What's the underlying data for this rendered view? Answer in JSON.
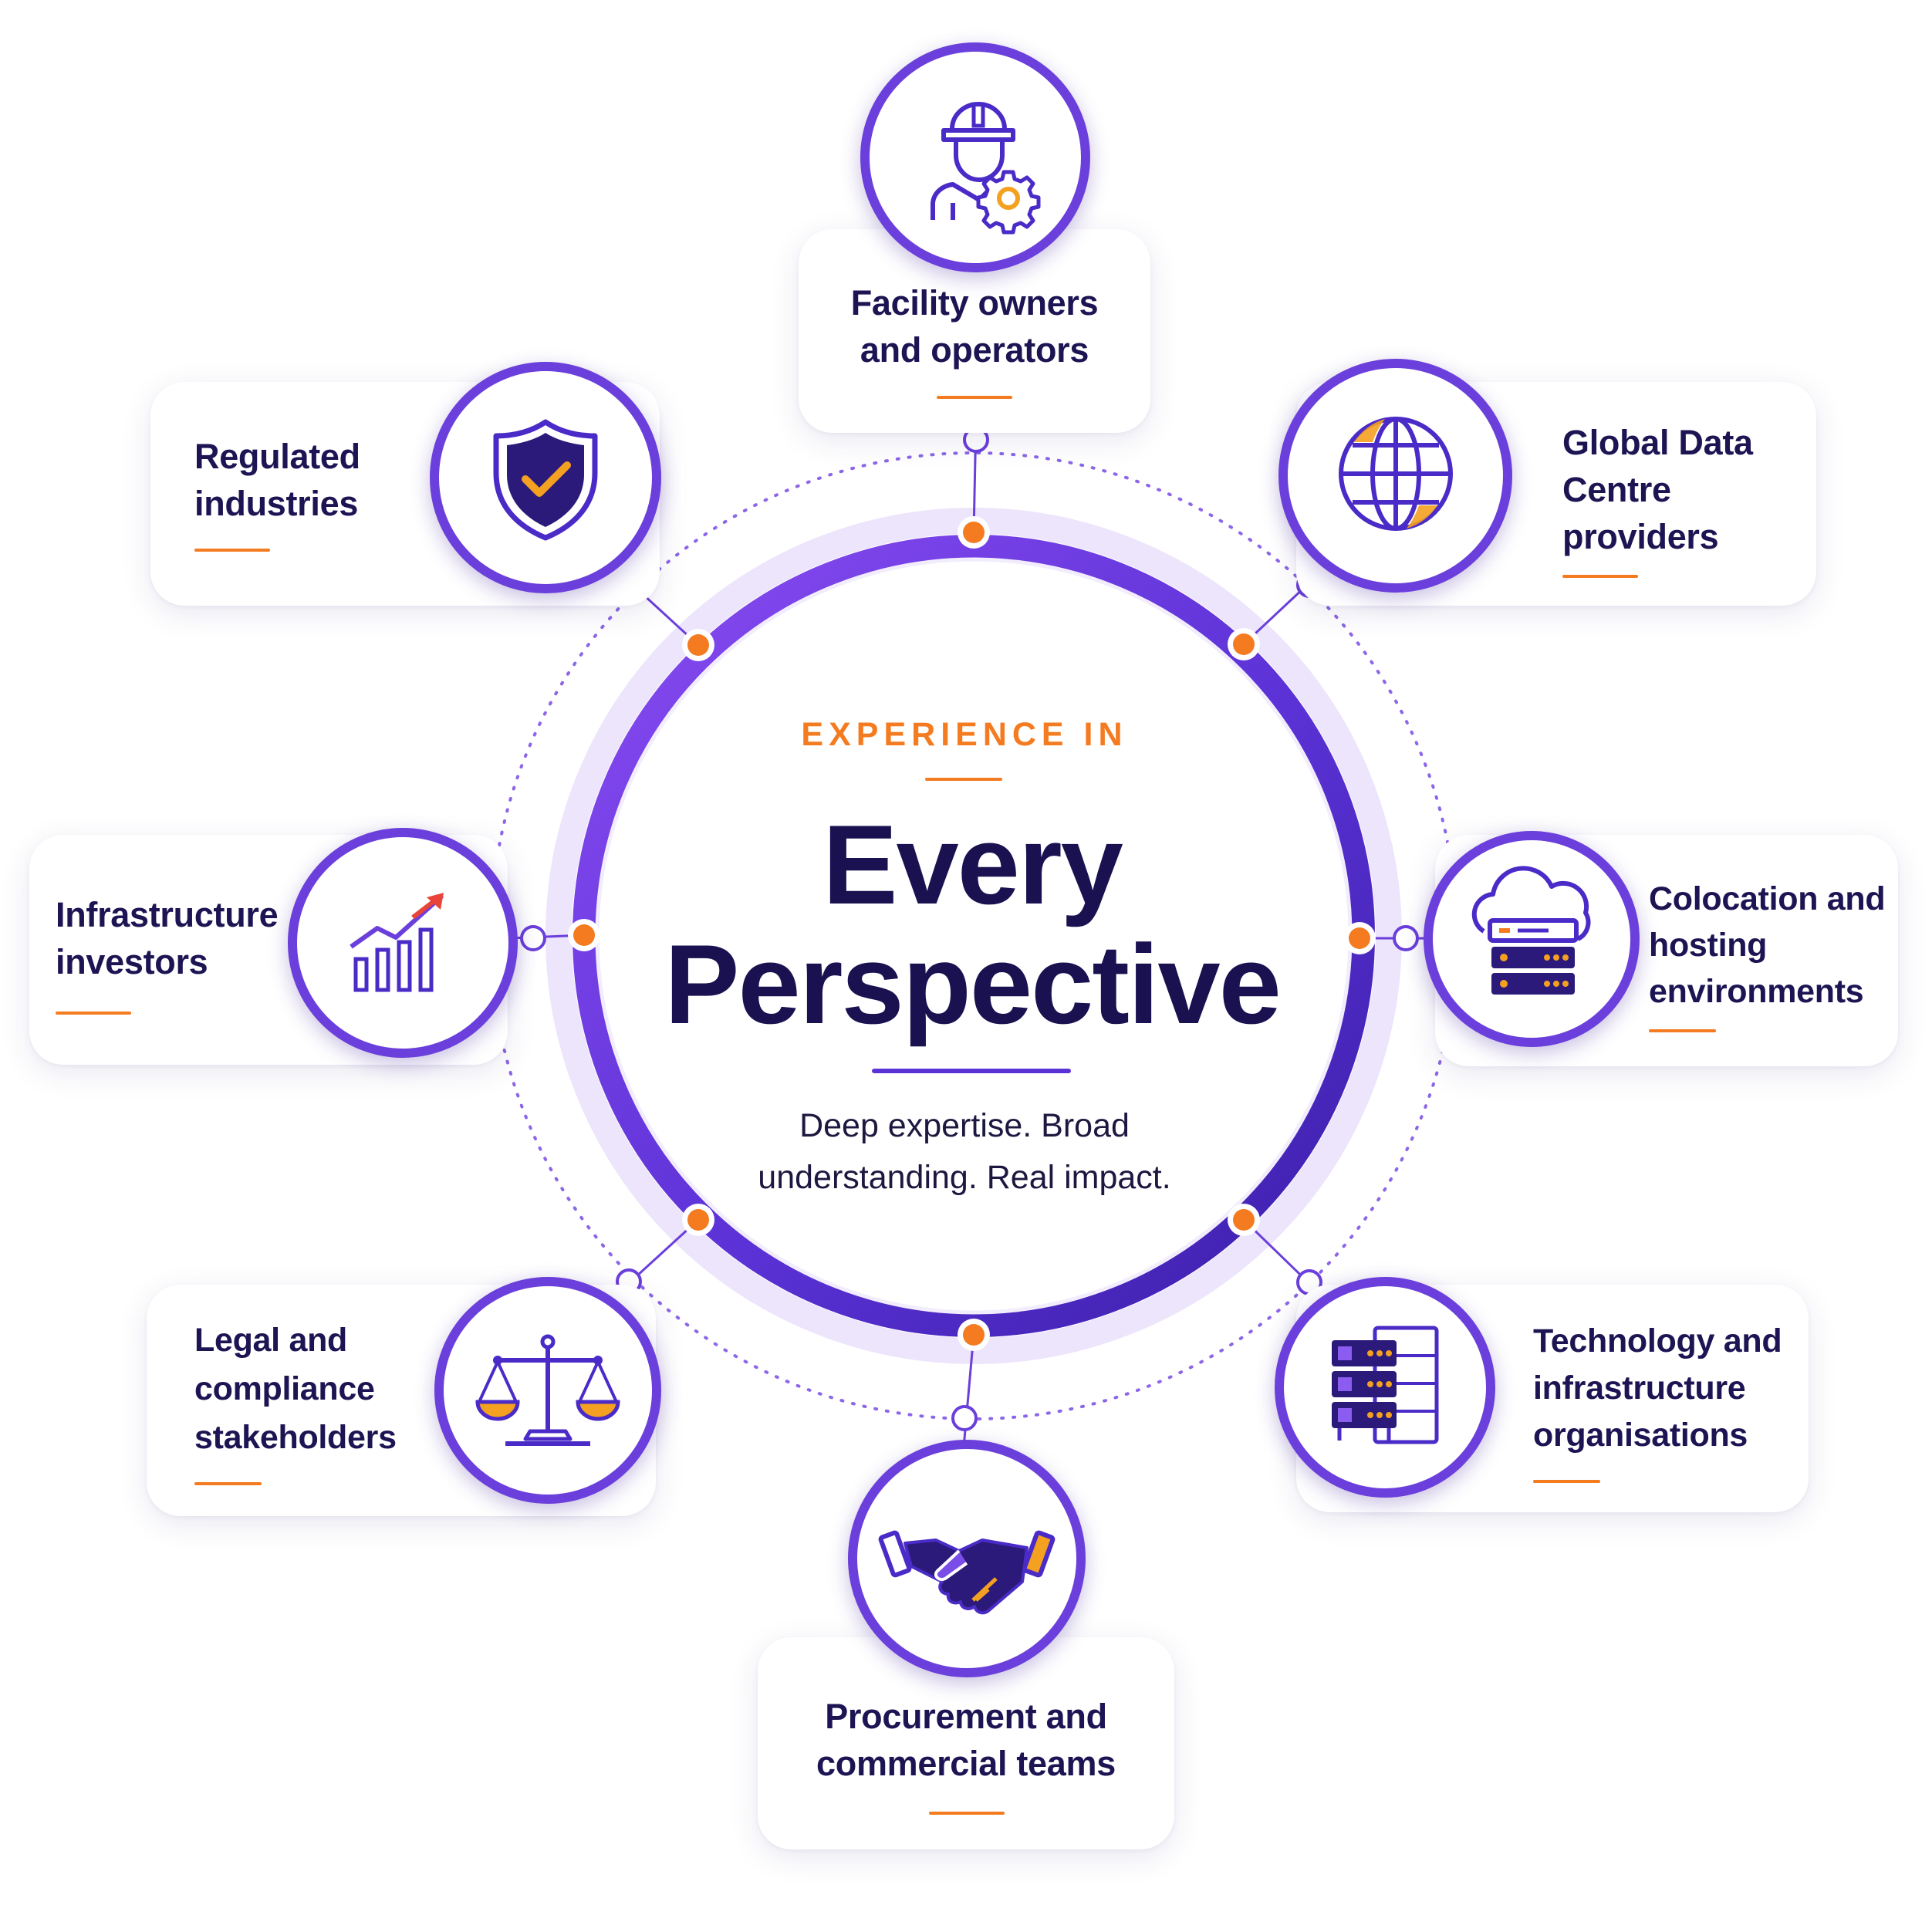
{
  "center": {
    "eyebrow": "EXPERIENCE IN",
    "title_line1": "Every",
    "title_line2": "Perspective",
    "tagline_line1": "Deep expertise. Broad",
    "tagline_line2": "understanding. Real impact."
  },
  "stakeholders": [
    {
      "icon": "engineer-gear-icon",
      "lines": [
        "Facility owners",
        "and operators"
      ]
    },
    {
      "icon": "globe-icon",
      "lines": [
        "Global Data",
        "Centre",
        "providers"
      ]
    },
    {
      "icon": "cloud-server-icon",
      "lines": [
        "Colocation and",
        "hosting",
        "environments"
      ]
    },
    {
      "icon": "server-rack-icon",
      "lines": [
        "Technology and",
        "infrastructure",
        "organisations"
      ]
    },
    {
      "icon": "handshake-icon",
      "lines": [
        "Procurement and",
        "commercial teams"
      ]
    },
    {
      "icon": "scales-icon",
      "lines": [
        "Legal and",
        "compliance",
        "stakeholders"
      ]
    },
    {
      "icon": "growth-chart-icon",
      "lines": [
        "Infrastructure",
        "investors"
      ]
    },
    {
      "icon": "shield-check-icon",
      "lines": [
        "Regulated",
        "industries"
      ]
    }
  ],
  "colors": {
    "purple": "#6b3fdb",
    "deep_purple": "#3a1ea8",
    "navy": "#1a1150",
    "orange": "#f47b20",
    "card_bg": "#ffffff"
  }
}
